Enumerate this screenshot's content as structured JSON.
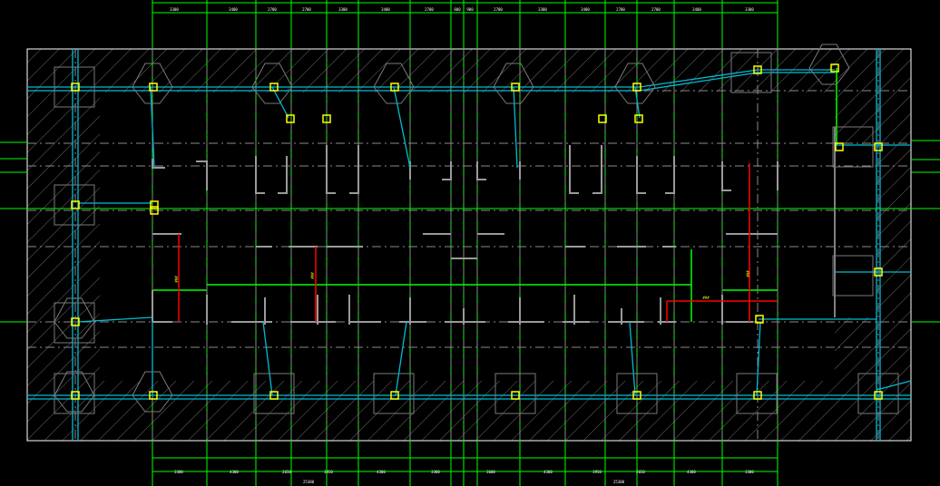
{
  "drawing": {
    "top_dimensions": [
      "3300",
      "3400",
      "2700",
      "2700",
      "3300",
      "3400",
      "2700",
      "800",
      "900",
      "2700",
      "3300",
      "3400",
      "2700",
      "2700",
      "3400",
      "3300"
    ],
    "bottom_dimensions": [
      "3300",
      "4300",
      "2650",
      "3450",
      "4300",
      "3300",
      "3600",
      "4300",
      "3950",
      "2650",
      "4300",
      "3300"
    ],
    "bottom_total_left": "25300",
    "bottom_total_right": "25300",
    "callouts": [
      "###",
      "###",
      "###",
      "###"
    ],
    "colors": {
      "background": "#000000",
      "grid_line": "#00ff00",
      "outline": "#ffffff",
      "hatch": "#6a6a6a",
      "pipe": "#00bcd4",
      "column_marker": "#ffff00",
      "red_line": "#ff0000",
      "wall": "#9a9a9a"
    }
  }
}
